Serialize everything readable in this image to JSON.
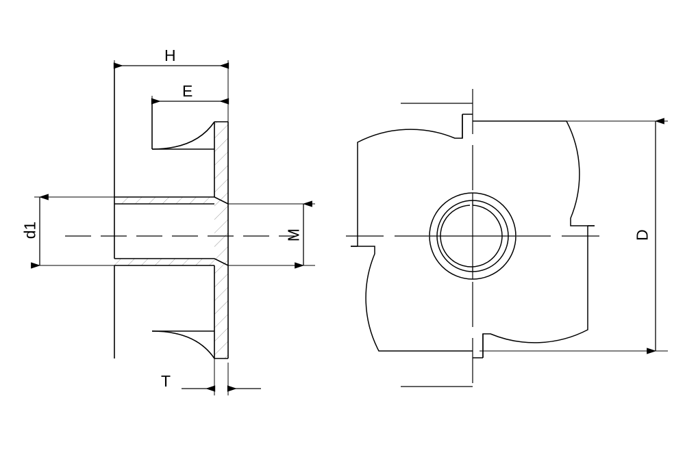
{
  "drawing": {
    "type": "engineering-drawing",
    "subject": "T-nut (tee nut) with four prongs",
    "views": [
      {
        "id": "section-view",
        "name": "Sectional side view",
        "position": "left"
      },
      {
        "id": "end-view",
        "name": "End view",
        "position": "right"
      }
    ],
    "line_color": "#000000",
    "hatch_color": "#9a9a9a",
    "background": "#ffffff"
  },
  "dimensions": {
    "H": {
      "label": "H",
      "view": "section-view",
      "orientation": "horizontal",
      "describes": "overall height of nut"
    },
    "E": {
      "label": "E",
      "view": "section-view",
      "orientation": "horizontal",
      "describes": "prong inset length"
    },
    "d1": {
      "label": "d1",
      "view": "section-view",
      "orientation": "vertical",
      "describes": "barrel outer diameter"
    },
    "M": {
      "label": "M",
      "view": "section-view",
      "orientation": "vertical",
      "describes": "thread size"
    },
    "T": {
      "label": "T",
      "view": "section-view",
      "orientation": "horizontal",
      "describes": "flange thickness"
    },
    "D": {
      "label": "D",
      "view": "end-view",
      "orientation": "vertical",
      "describes": "flange outer diameter"
    }
  }
}
